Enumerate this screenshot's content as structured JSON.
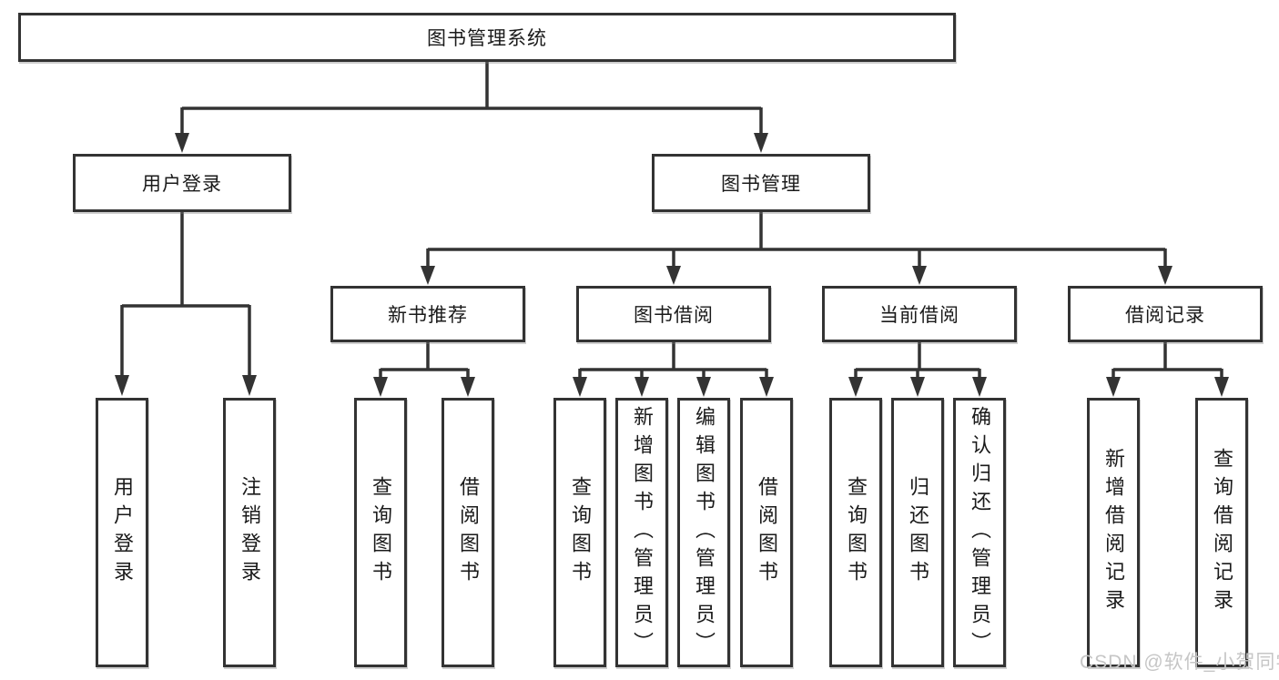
{
  "diagram": {
    "root": {
      "label": "图书管理系统"
    },
    "branches": [
      {
        "label": "用户登录",
        "leaves": [
          "用户登录",
          "注销登录"
        ]
      },
      {
        "label": "图书管理",
        "children": [
          {
            "label": "新书推荐",
            "leaves": [
              "查询图书",
              "借阅图书"
            ]
          },
          {
            "label": "图书借阅",
            "leaves": [
              "查询图书",
              "新增图书（管理员）",
              "编辑图书（管理员）",
              "借阅图书"
            ]
          },
          {
            "label": "当前借阅",
            "leaves": [
              "查询图书",
              "归还图书",
              "确认归还（管理员）"
            ]
          },
          {
            "label": "借阅记录",
            "leaves": [
              "新增借阅记录",
              "查询借阅记录"
            ]
          }
        ]
      }
    ]
  },
  "watermark": "CSDN @软件_小贺同学",
  "colors": {
    "line": "#333333",
    "box_border": "#333333",
    "box_fill": "#ffffff",
    "text": "#1a1a1a",
    "watermark": "#c6c6c6",
    "background": "#ffffff"
  }
}
